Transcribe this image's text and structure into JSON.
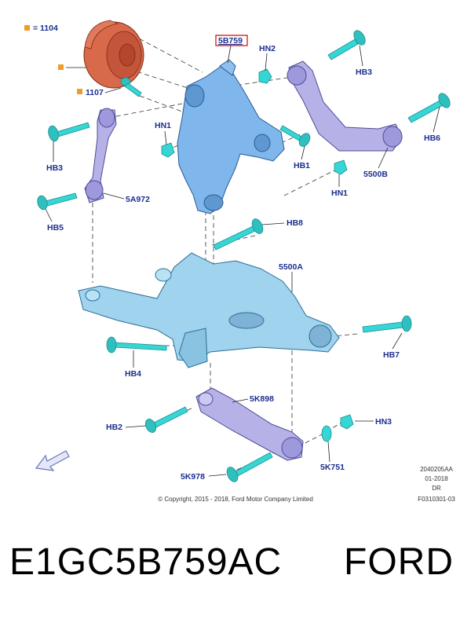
{
  "diagram": {
    "legend_1104": "= 1104",
    "callouts": {
      "part_5b759": "5B759",
      "hn2": "HN2",
      "hb3_top": "HB3",
      "hb6": "HB6",
      "hn1_left": "HN1",
      "hb1": "HB1",
      "hb3_left": "HB3",
      "p5500b": "5500B",
      "hn1_right": "HN1",
      "p5a972": "5A972",
      "hb5": "HB5",
      "hb8": "HB8",
      "p5500a": "5500A",
      "hb7": "HB7",
      "hb4": "HB4",
      "p5k898": "5K898",
      "hb2": "HB2",
      "hn3": "HN3",
      "p5k751": "5K751",
      "p5k978": "5K978",
      "p1107": "1107"
    },
    "doc_info": {
      "code": "2040205AA",
      "date": "01-2018",
      "dr": "DR",
      "ref": "F0310301-03"
    },
    "copyright": "© Copyright, 2015 - 2018, Ford Motor Company Limited",
    "colors": {
      "label": "#1c2f8f",
      "legend_square": "#f39a2c",
      "highlight_box": "#d62828",
      "bolt": "#35d6d4",
      "arm_blue": "#7fb7ec",
      "arm_purple": "#b6b2e8",
      "hub": "#d8694a"
    }
  },
  "footer": {
    "part_number": "E1GC5B759AC",
    "brand": "FORD"
  }
}
